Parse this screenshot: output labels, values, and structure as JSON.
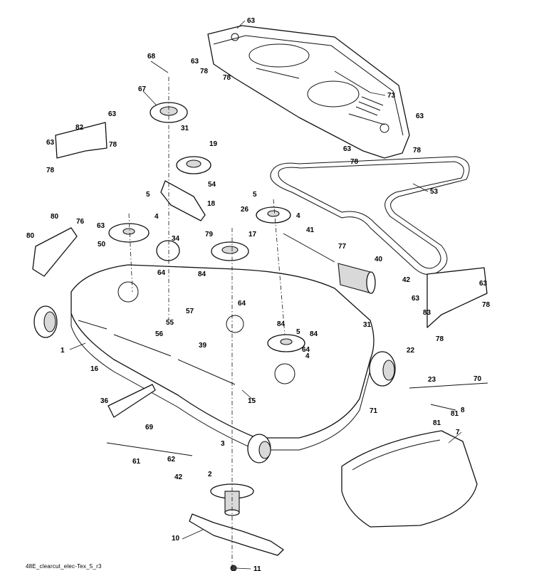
{
  "footer_code": "48E_clearcut_elec-Tex_5_r3",
  "callouts": [
    {
      "id": "c63a",
      "text": "63"
    },
    {
      "id": "c68",
      "text": "68"
    },
    {
      "id": "c63b",
      "text": "63"
    },
    {
      "id": "c78a",
      "text": "78"
    },
    {
      "id": "c78b",
      "text": "78"
    },
    {
      "id": "c73",
      "text": "73"
    },
    {
      "id": "c67",
      "text": "67"
    },
    {
      "id": "c63c",
      "text": "63"
    },
    {
      "id": "c82",
      "text": "82"
    },
    {
      "id": "c63d",
      "text": "63"
    },
    {
      "id": "c78c",
      "text": "78"
    },
    {
      "id": "c78d",
      "text": "78"
    },
    {
      "id": "c31a",
      "text": "31"
    },
    {
      "id": "c19",
      "text": "19"
    },
    {
      "id": "c63e",
      "text": "63"
    },
    {
      "id": "c63f",
      "text": "63"
    },
    {
      "id": "c78e",
      "text": "78"
    },
    {
      "id": "c78f",
      "text": "78"
    },
    {
      "id": "c53",
      "text": "53"
    },
    {
      "id": "c54",
      "text": "54"
    },
    {
      "id": "c5a",
      "text": "5"
    },
    {
      "id": "c18",
      "text": "18"
    },
    {
      "id": "c5b",
      "text": "5"
    },
    {
      "id": "c80a",
      "text": "80"
    },
    {
      "id": "c76",
      "text": "76"
    },
    {
      "id": "c4a",
      "text": "4"
    },
    {
      "id": "c26",
      "text": "26"
    },
    {
      "id": "c4b",
      "text": "4"
    },
    {
      "id": "c63g",
      "text": "63"
    },
    {
      "id": "c80b",
      "text": "80"
    },
    {
      "id": "c34",
      "text": "34"
    },
    {
      "id": "c79",
      "text": "79"
    },
    {
      "id": "c17",
      "text": "17"
    },
    {
      "id": "c41",
      "text": "41"
    },
    {
      "id": "c50",
      "text": "50"
    },
    {
      "id": "c77",
      "text": "77"
    },
    {
      "id": "c40",
      "text": "40"
    },
    {
      "id": "c64a",
      "text": "64"
    },
    {
      "id": "c84a",
      "text": "84"
    },
    {
      "id": "c42a",
      "text": "42"
    },
    {
      "id": "c63h",
      "text": "63"
    },
    {
      "id": "c63i",
      "text": "63"
    },
    {
      "id": "c78g",
      "text": "78"
    },
    {
      "id": "c64b",
      "text": "64"
    },
    {
      "id": "c83",
      "text": "83"
    },
    {
      "id": "c57",
      "text": "57"
    },
    {
      "id": "c84b",
      "text": "84"
    },
    {
      "id": "c55",
      "text": "55"
    },
    {
      "id": "c56",
      "text": "56"
    },
    {
      "id": "c5c",
      "text": "5"
    },
    {
      "id": "c31b",
      "text": "31"
    },
    {
      "id": "c78h",
      "text": "78"
    },
    {
      "id": "c84c",
      "text": "84"
    },
    {
      "id": "c4c",
      "text": "4"
    },
    {
      "id": "c1",
      "text": "1"
    },
    {
      "id": "c39",
      "text": "39"
    },
    {
      "id": "c64c",
      "text": "64"
    },
    {
      "id": "c22",
      "text": "22"
    },
    {
      "id": "c16",
      "text": "16"
    },
    {
      "id": "c23",
      "text": "23"
    },
    {
      "id": "c70",
      "text": "70"
    },
    {
      "id": "c15",
      "text": "15"
    },
    {
      "id": "c36",
      "text": "36"
    },
    {
      "id": "c71",
      "text": "71"
    },
    {
      "id": "c8",
      "text": "8"
    },
    {
      "id": "c81a",
      "text": "81"
    },
    {
      "id": "c81b",
      "text": "81"
    },
    {
      "id": "c69",
      "text": "69"
    },
    {
      "id": "c7",
      "text": "7"
    },
    {
      "id": "c3",
      "text": "3"
    },
    {
      "id": "c61",
      "text": "61"
    },
    {
      "id": "c62",
      "text": "62"
    },
    {
      "id": "c42b",
      "text": "42"
    },
    {
      "id": "c2",
      "text": "2"
    },
    {
      "id": "c10",
      "text": "10"
    },
    {
      "id": "c11",
      "text": "11"
    }
  ]
}
